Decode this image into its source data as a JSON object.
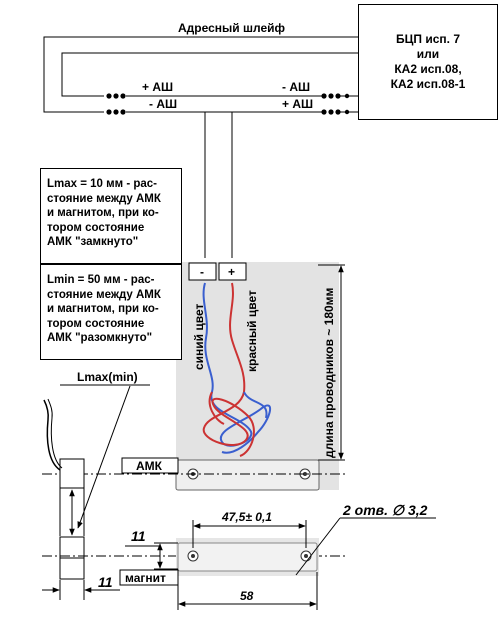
{
  "wiring": {
    "loop_label": "Адресный шлейф",
    "term_plus_left": "+ АШ",
    "term_minus_left": "- АШ",
    "term_minus_right": "- АШ",
    "term_plus_right": "+ АШ"
  },
  "controller_box": {
    "line1": "БЦП исп. 7",
    "line2": "или",
    "line3": "КА2 исп.08,",
    "line4": "КА2 исп.08-1"
  },
  "note_lmax": {
    "line1": "Lmax = 10 мм - рас-",
    "line2": "стояние между АМК",
    "line3": "и магнитом, при ко-",
    "line4": "тором состояние",
    "line5": "АМК \"замкнуто\""
  },
  "note_lmin": {
    "line1": "Lmin = 50 мм - рас-",
    "line2": "стояние между АМК",
    "line3": "и магнитом, при ко-",
    "line4": "тором состояние",
    "line5": "АМК \"разомкнуто\""
  },
  "photo": {
    "terminal_minus": "-",
    "terminal_plus": "+",
    "wire_blue": "синий цвет",
    "wire_red": "красный цвет",
    "wire_length": "длина проводников ~ 180мм"
  },
  "drawing": {
    "gap_label": "Lmax(min)",
    "amk_label": "АМК",
    "magnet_label": "магнит",
    "dim_holes": "47,5± 0,1",
    "holes_note": "2 отв. ∅ 3,2",
    "dim_height": "11",
    "dim_side": "11",
    "dim_length": "58"
  },
  "colors": {
    "wire_blue": "#3a5fcf",
    "wire_red": "#cc3333",
    "photo_bg": "#e3e3e3",
    "device_body": "#efefef"
  }
}
